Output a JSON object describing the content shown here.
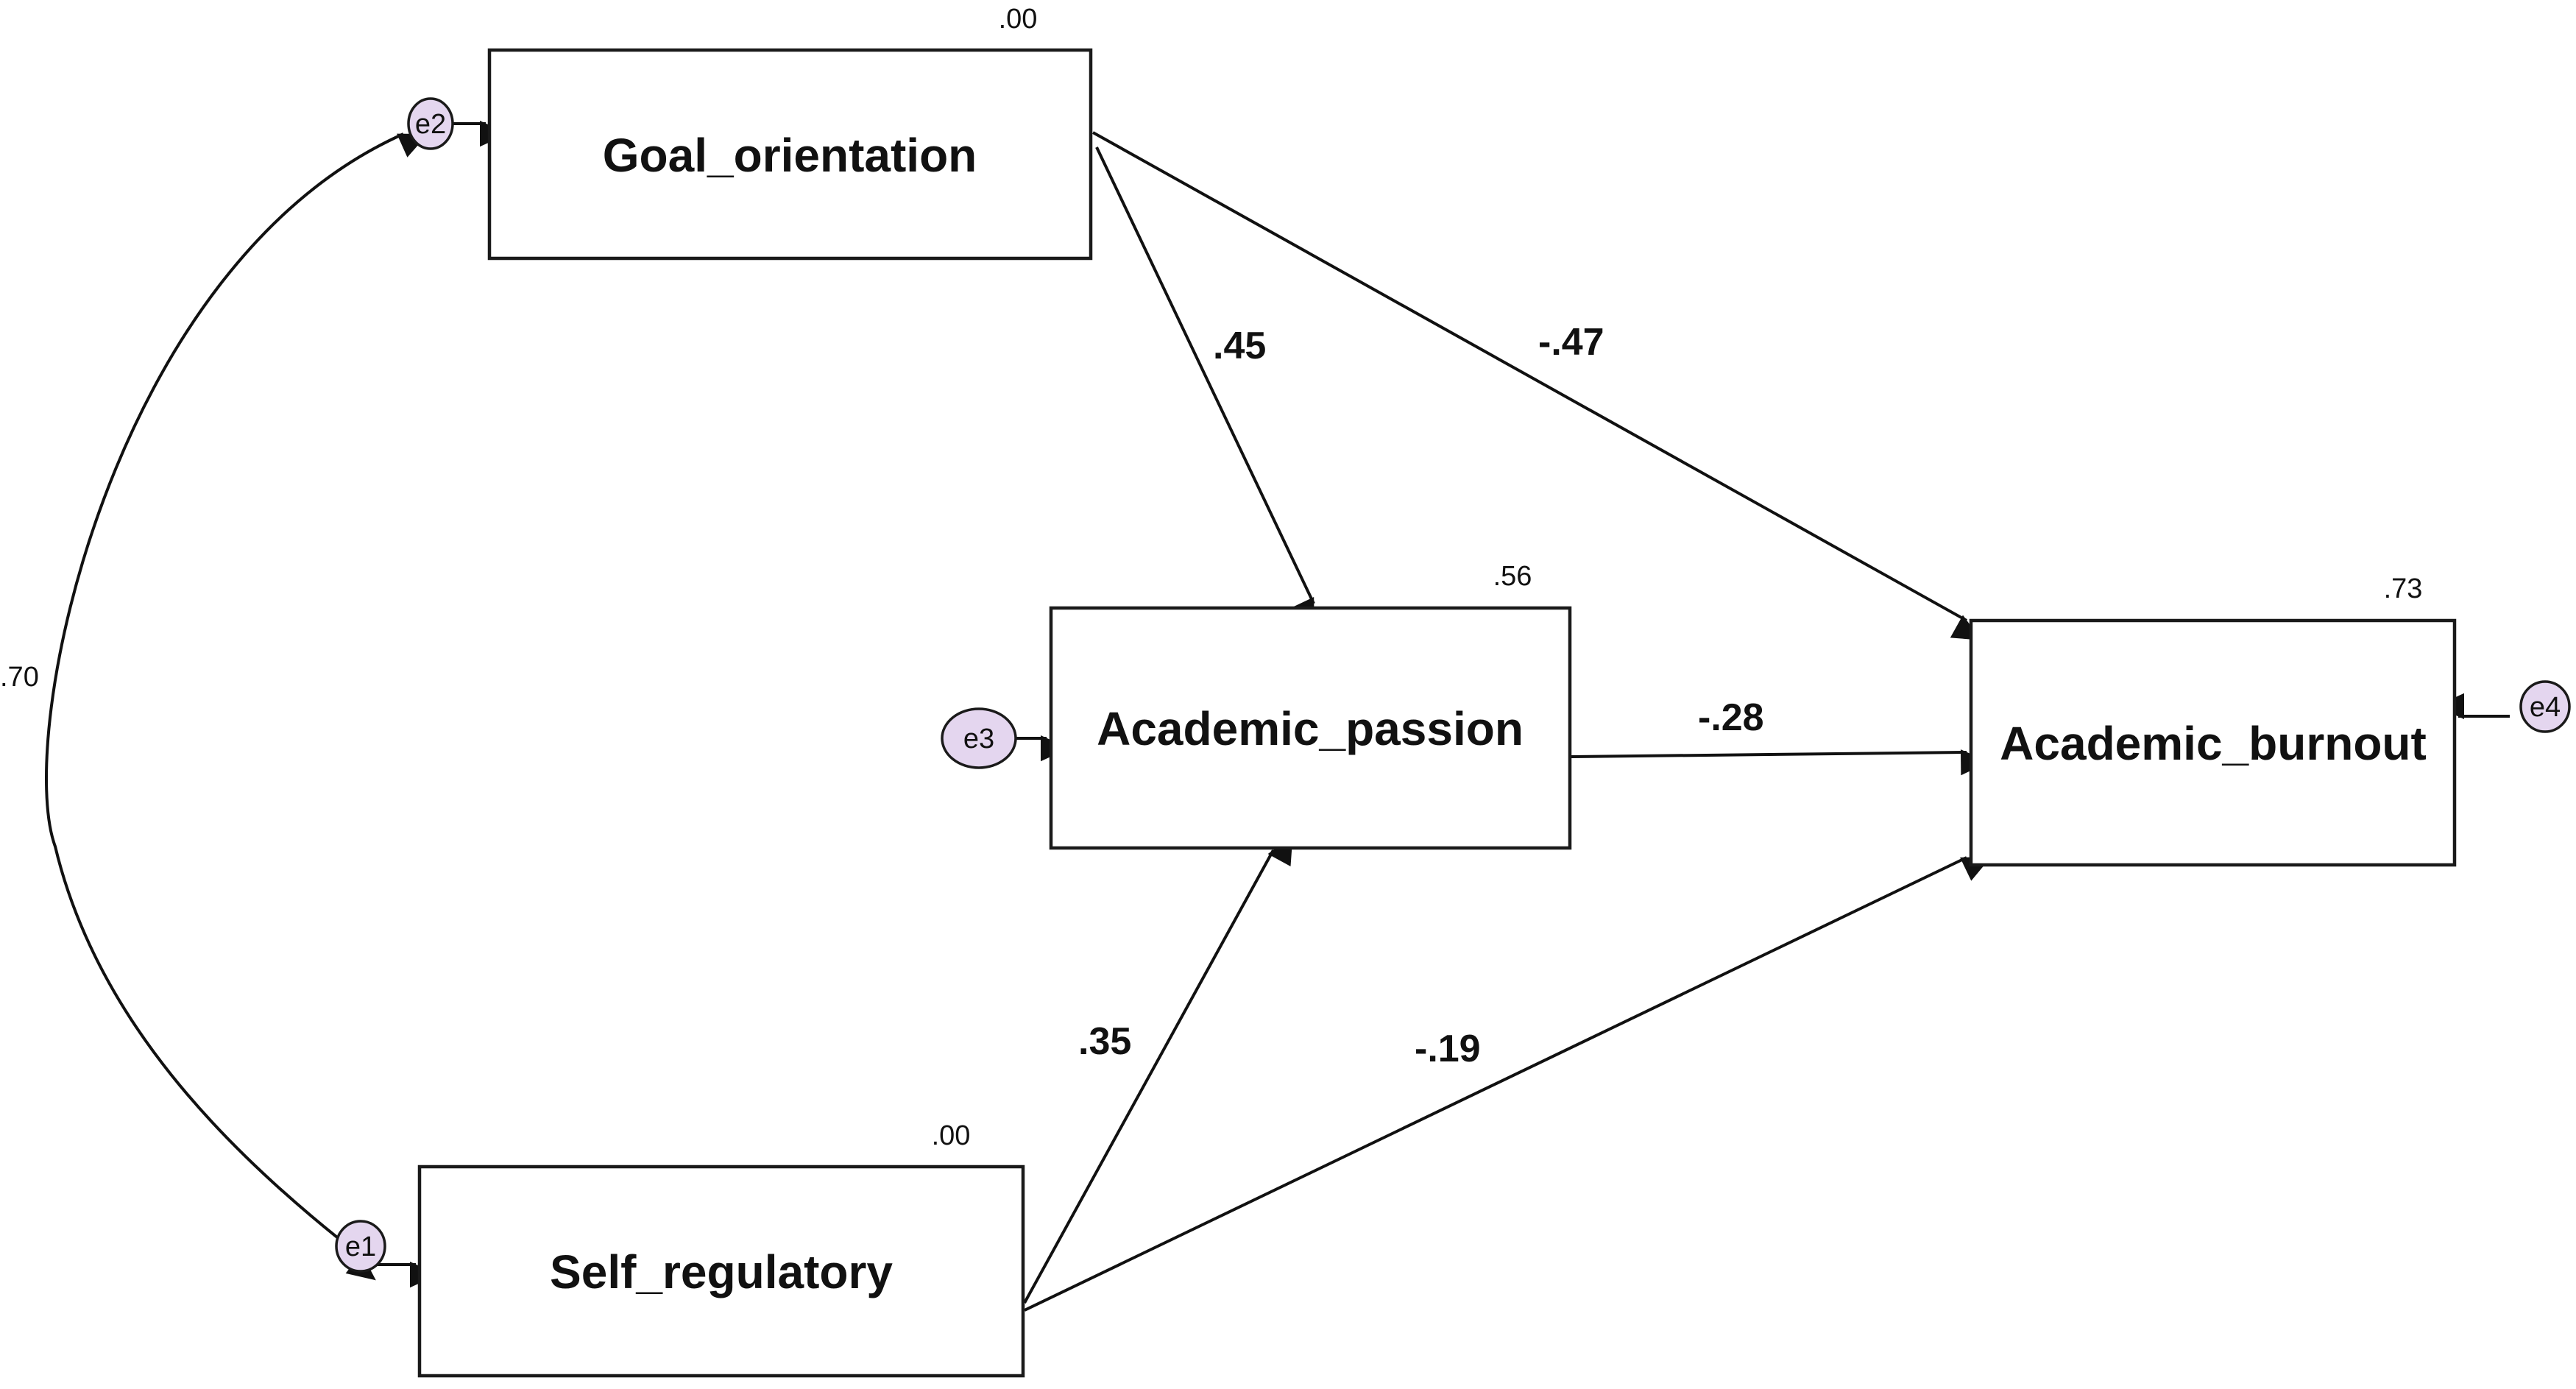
{
  "nodes": {
    "goal_orientation": {
      "label": "Goal_orientation",
      "r2": ".00"
    },
    "academic_passion": {
      "label": "Academic_passion",
      "r2": ".56"
    },
    "academic_burnout": {
      "label": "Academic_burnout",
      "r2": ".73"
    },
    "self_regulatory": {
      "label": "Self_regulatory",
      "r2": ".00"
    }
  },
  "errors": {
    "e1": "e1",
    "e2": "e2",
    "e3": "e3",
    "e4": "e4"
  },
  "paths": {
    "goal_to_passion": ".45",
    "goal_to_burnout": "-.47",
    "passion_to_burnout": "-.28",
    "self_to_passion": ".35",
    "self_to_burnout": "-.19"
  },
  "correlation": {
    "goal_self": ".70"
  },
  "colors": {
    "error_fill": "#e4d6ef",
    "stroke": "#111111"
  }
}
